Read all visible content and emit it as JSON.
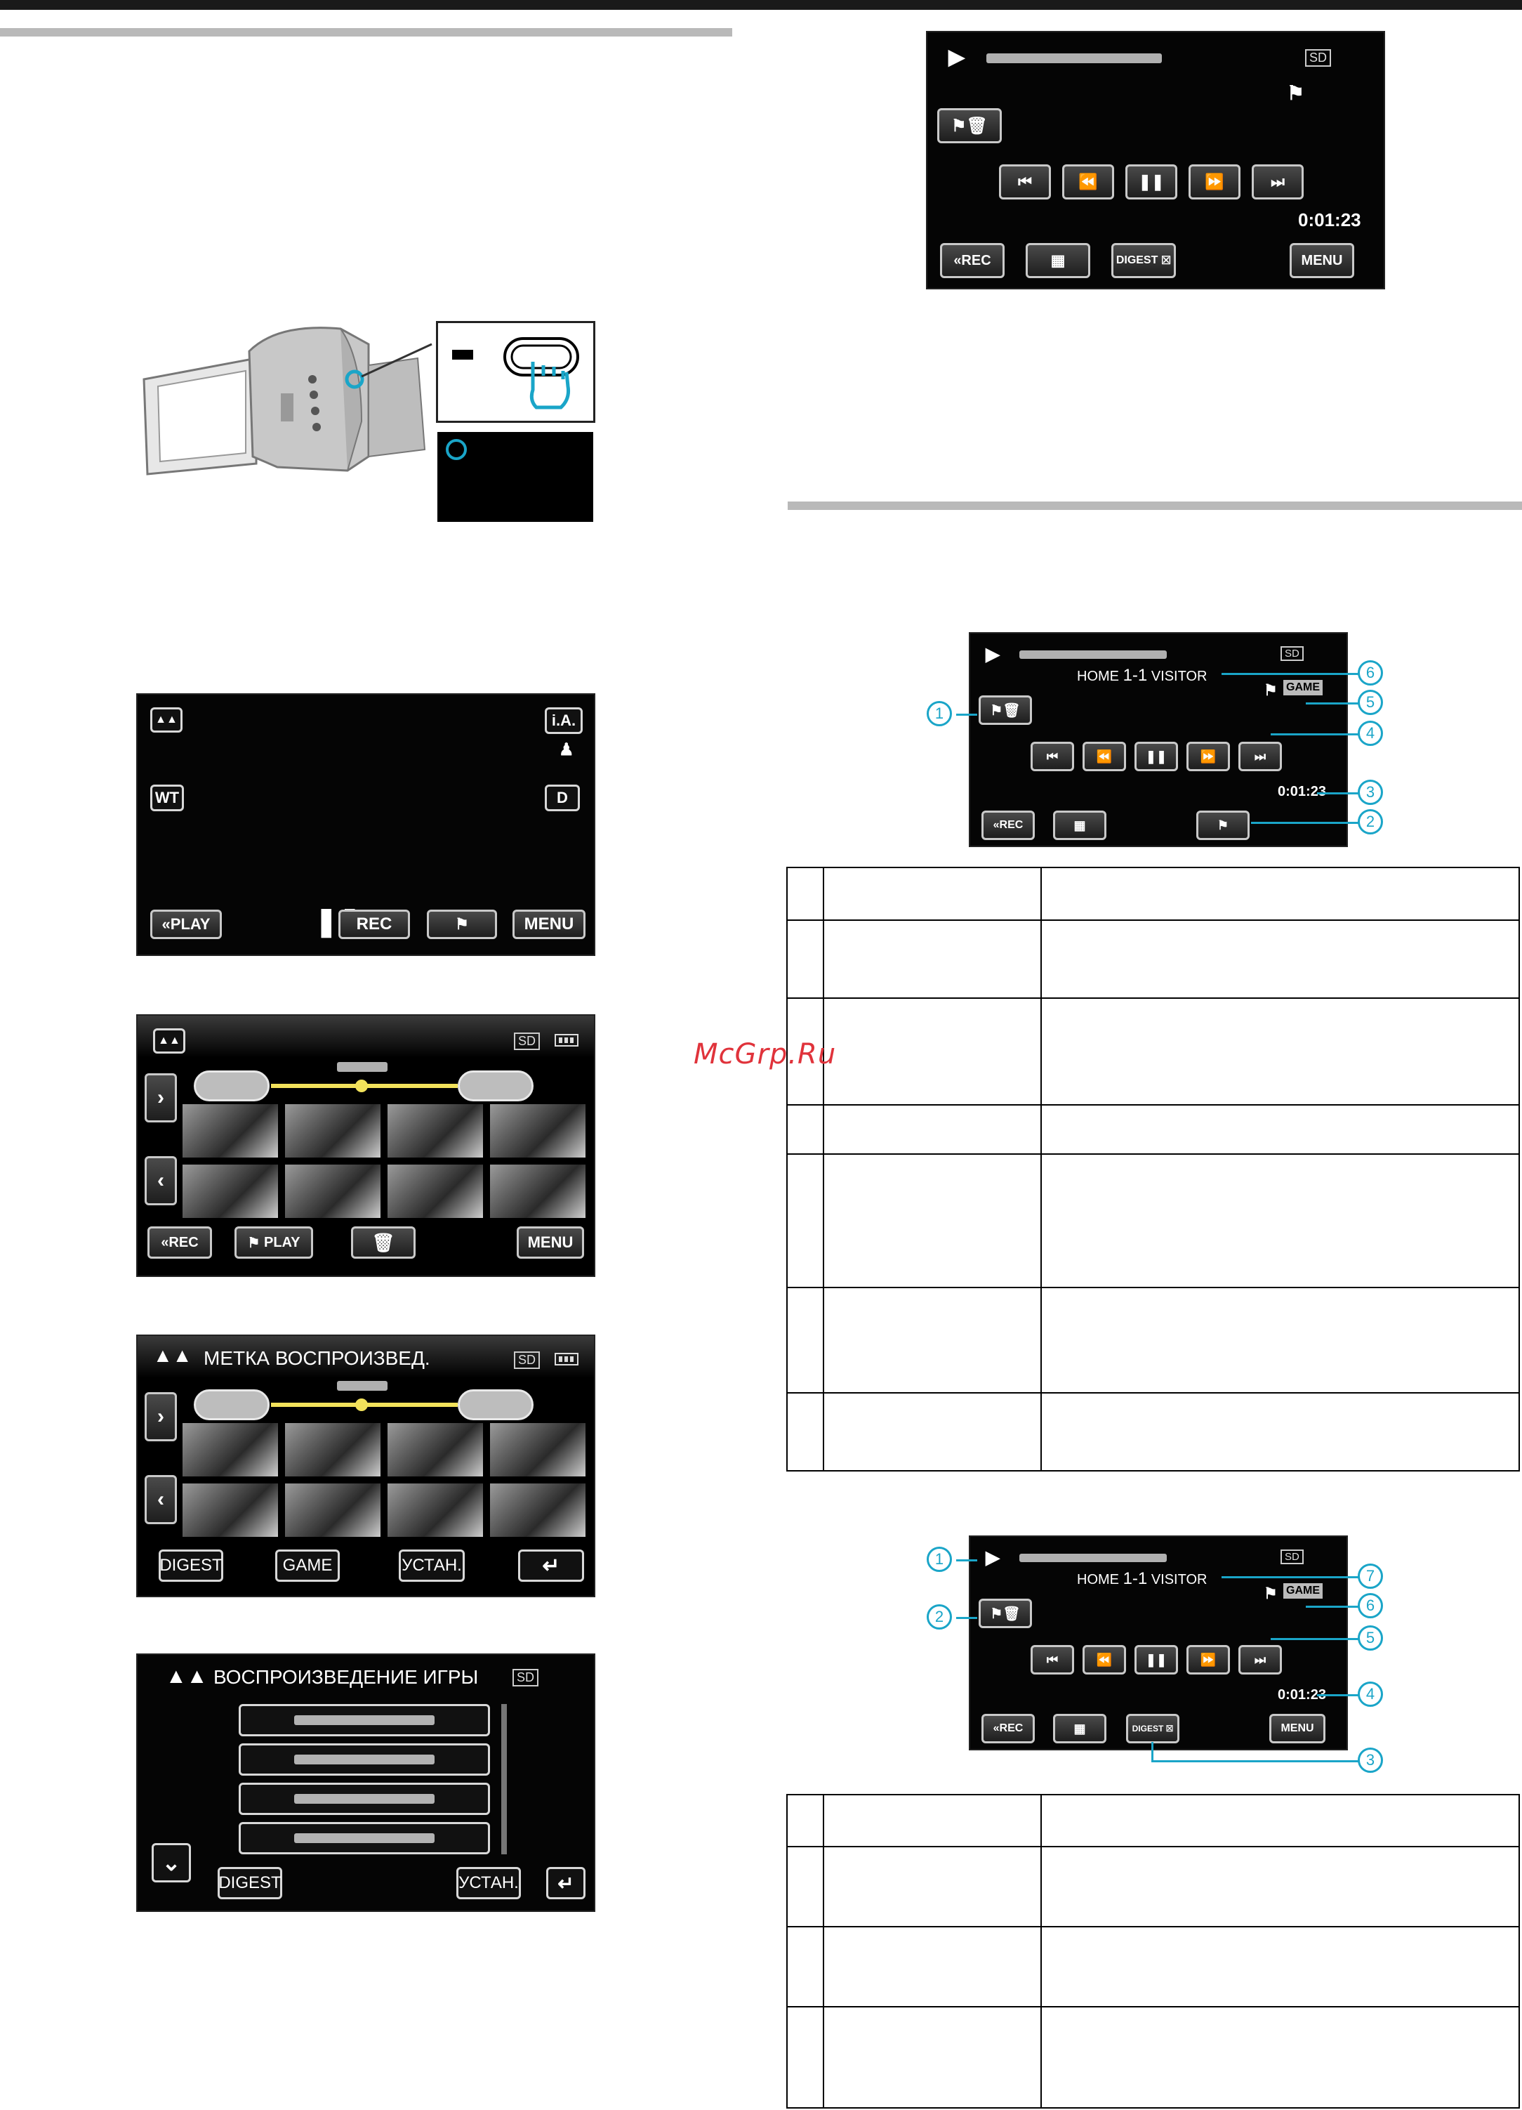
{
  "watermark": "McGrp.Ru",
  "screen_common": {
    "sd": "SD",
    "time": "0:01:23",
    "rec_back": "«REC",
    "menu": "MENU",
    "digest": "DIGEST",
    "home_label": "HOME",
    "score": "1-1",
    "visitor_label": "VISITOR",
    "game_badge": "GAME"
  },
  "rec_screen": {
    "mode_ia": "i.A.",
    "wt": "WT",
    "d": "D",
    "play": "«PLAY",
    "rec": "REC",
    "menu": "MENU"
  },
  "index_screen": {
    "rec_back": "«REC",
    "flag_play": "PLAY",
    "menu": "MENU"
  },
  "tag_screen": {
    "title": "МЕТКА ВОСПРОИЗВЕД.",
    "digest": "DIGEST",
    "game": "GAME",
    "settings": "УСТАН."
  },
  "game_screen": {
    "title": "ВОСПРОИЗВЕДЕНИЕ ИГРЫ",
    "digest": "DIGEST",
    "settings": "УСТАН."
  },
  "callouts_a": [
    "1",
    "2",
    "3",
    "4",
    "5",
    "6"
  ],
  "callouts_b": [
    "1",
    "2",
    "3",
    "4",
    "5",
    "6",
    "7"
  ],
  "icons": [
    "hand-press-icon",
    "video-mode-icon",
    "flag-icon",
    "trash-icon",
    "play-icon",
    "pause-icon",
    "rewind-icon",
    "fast-forward-icon",
    "skip-back-icon",
    "skip-forward-icon",
    "index-grid-icon",
    "return-icon",
    "chevron-right-icon",
    "chevron-left-icon",
    "chevron-down-icon"
  ]
}
